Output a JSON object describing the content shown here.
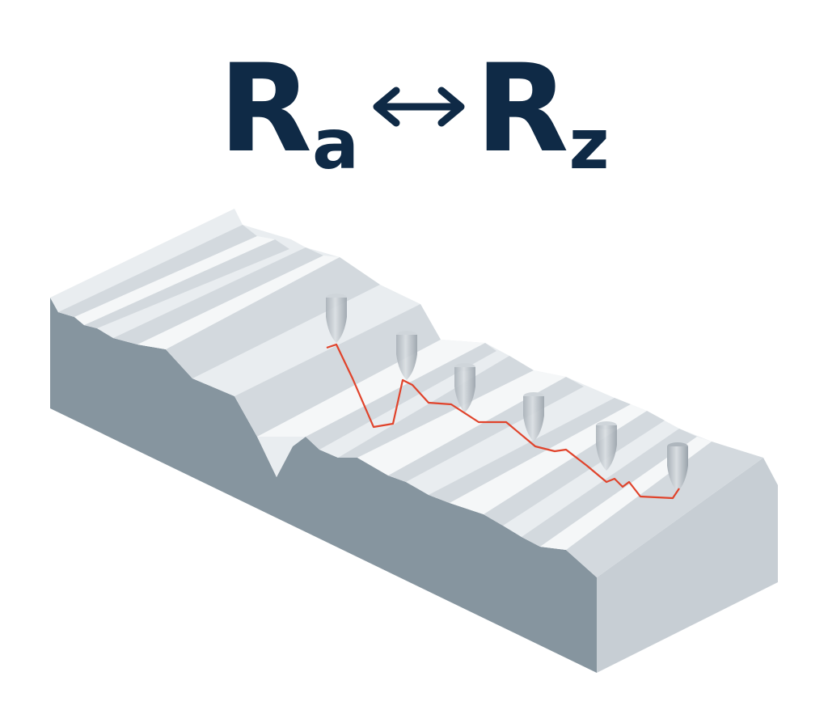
{
  "title": {
    "left_symbol": "R",
    "left_subscript": "a",
    "right_symbol": "R",
    "right_subscript": "z"
  },
  "colors": {
    "title": "#0f2a46",
    "surface_top": "#e9edf0",
    "surface_shade": "#d3d9de",
    "side_dark": "#86959f",
    "side_light": "#c7ced4",
    "profile_trace": "#e0432b",
    "stylus": "#b9c0c6"
  },
  "stylus_count": 6
}
